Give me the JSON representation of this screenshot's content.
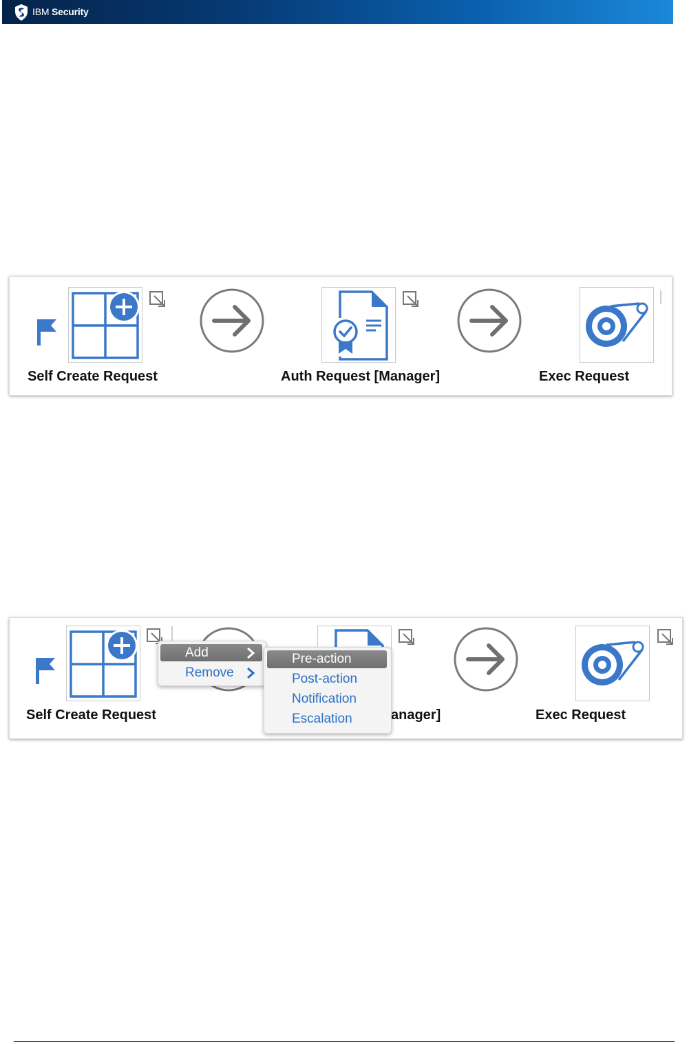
{
  "header": {
    "brand_prefix": "IBM",
    "brand_name": "Security"
  },
  "workflow_1": {
    "steps": [
      {
        "label": "Self Create Request"
      },
      {
        "label": "Auth Request [Manager]"
      },
      {
        "label": "Exec Request"
      }
    ]
  },
  "workflow_2": {
    "steps": [
      {
        "label": "Self Create Request"
      },
      {
        "label": "anager]"
      },
      {
        "label": "Exec Request"
      }
    ],
    "context_menu": {
      "items": [
        {
          "label": "Add"
        },
        {
          "label": "Remove"
        }
      ]
    },
    "submenu": {
      "items": [
        {
          "label": "Pre-action"
        },
        {
          "label": "Post-action"
        },
        {
          "label": "Notification"
        },
        {
          "label": "Escalation"
        }
      ]
    }
  },
  "colors": {
    "accent_blue": "#3b78c9",
    "arrow_gray": "#7a7a7a",
    "menu_text": "#2b6fc4"
  }
}
